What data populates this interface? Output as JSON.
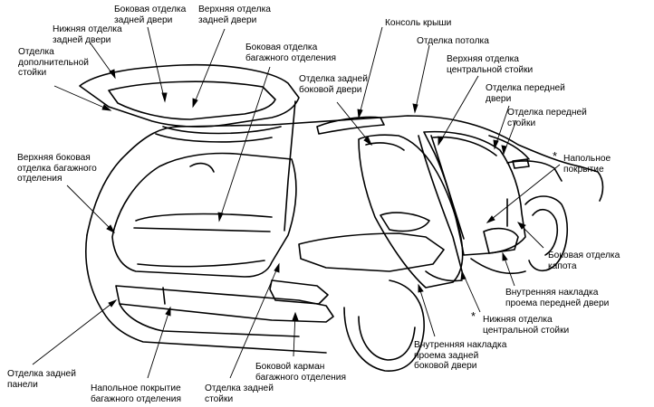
{
  "labels": {
    "tailgate_side": "Боковая отделка\nзадней двери",
    "tailgate_upper": "Верхняя отделка\nзадней двери",
    "tailgate_lower": "Нижняя отделка\nзадней двери",
    "aux_pillar": "Отделка\nдополнительной\nстойки",
    "cargo_side": "Боковая отделка\nбагажного отделения",
    "rear_door_trim": "Отделка задней\nбоковой двери",
    "roof_console": "Консоль крыши",
    "headliner": "Отделка потолка",
    "center_pillar_upper": "Верхняя отделка\nцентральной стойки",
    "front_door_trim": "Отделка передней\nдвери",
    "front_pillar": "Отделка передней\nстойки",
    "floor_covering": "Напольное\nпокрытие",
    "cargo_upper_side": "Верхняя боковая\nотделка багажного\nотделения",
    "hood_side": "Боковая отделка\nкапота",
    "front_door_sill": "Внутренняя накладка\nпроема передней двери",
    "center_pillar_lower": "Нижняя отделка\nцентральной стойки",
    "rear_door_sill": "Внутренняя накладка\nпроема задней\nбоковой двери",
    "cargo_side_pocket": "Боковой карман\nбагажного отделения",
    "rear_pillar": "Отделка задней\nстойки",
    "cargo_floor": "Напольное покрытие\nбагажного отделения",
    "rear_panel": "Отделка задней\nпанели"
  },
  "marks": {
    "asterisk_floor": "*",
    "asterisk_center_lower": "*"
  }
}
